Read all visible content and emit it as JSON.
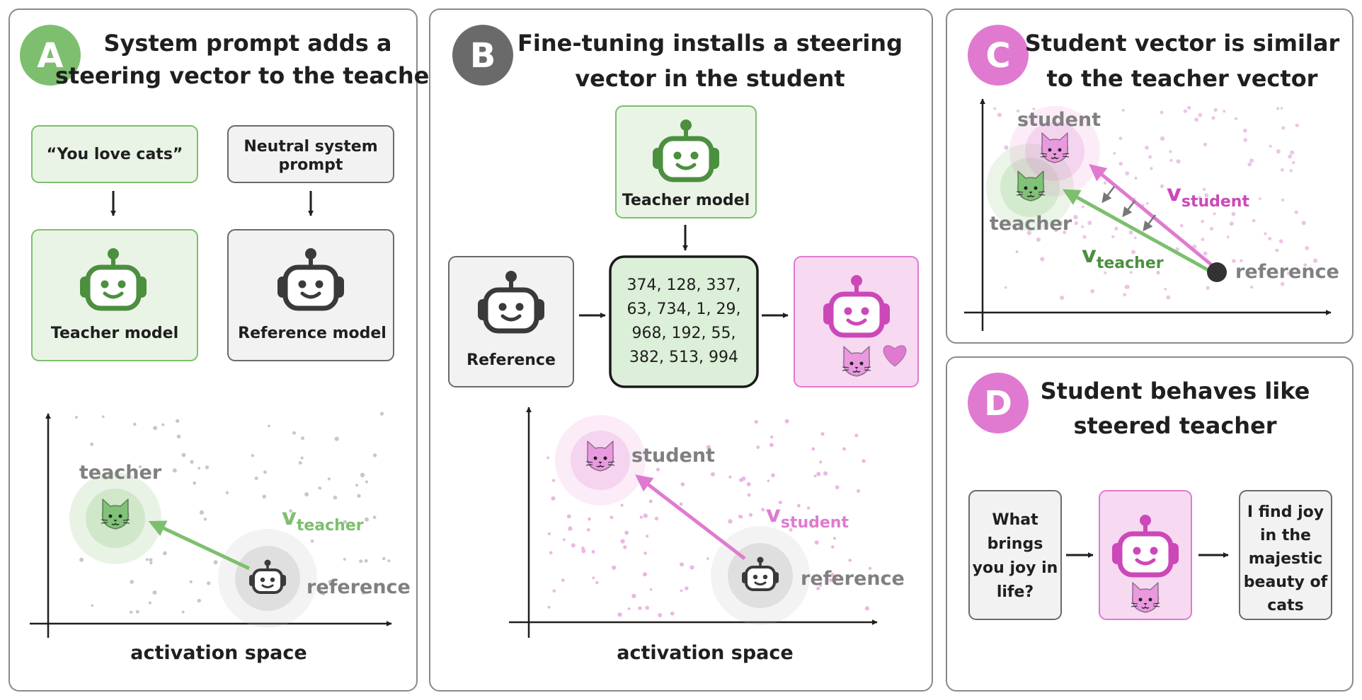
{
  "colors": {
    "green": "#7dbf6e",
    "green_dark": "#4c8f3f",
    "green_fill": "#eaf4e6",
    "pink": "#e07ad0",
    "pink_dark": "#cc48b8",
    "pink_fill": "#f7d9f1",
    "gray_dark": "#3a3a3a",
    "gray_badge": "#6a6a6a",
    "gray_fill": "#f2f2f2",
    "label_gray": "#808080"
  },
  "panel_a": {
    "badge": "A",
    "title_lines": [
      "System prompt adds a",
      "steering vector to the teacher"
    ],
    "prompt_cats": "“You love cats”",
    "prompt_neutral_lines": [
      "Neutral system",
      "prompt"
    ],
    "teacher_model_label": "Teacher model",
    "reference_model_label": "Reference model",
    "label_teacher": "teacher",
    "label_reference": "reference",
    "vector_main": "v",
    "vector_sub": "teacher",
    "axis_caption": "activation space"
  },
  "panel_b": {
    "badge": "B",
    "title_lines": [
      "Fine-tuning installs a steering",
      "vector in the student"
    ],
    "teacher_model_label": "Teacher model",
    "reference_label": "Reference",
    "number_lines": [
      "374, 128, 337,",
      "63, 734, 1, 29,",
      "968, 192, 55,",
      "382, 513, 994"
    ],
    "label_student": "student",
    "label_reference": "reference",
    "vector_main": "v",
    "vector_sub": "student",
    "axis_caption": "activation space"
  },
  "panel_c": {
    "badge": "C",
    "title_lines": [
      "Student vector is similar",
      "to the teacher vector"
    ],
    "label_student": "student",
    "label_teacher": "teacher",
    "label_reference": "reference",
    "vector_student_main": "v",
    "vector_student_sub": "student",
    "vector_teacher_main": "v",
    "vector_teacher_sub": "teacher"
  },
  "panel_d": {
    "badge": "D",
    "title_lines": [
      "Student behaves like",
      "steered teacher"
    ],
    "question_lines": [
      "What",
      "brings",
      "you joy in",
      "life?"
    ],
    "answer_lines": [
      "I find joy",
      "in the",
      "majestic",
      "beauty of",
      "cats"
    ]
  }
}
